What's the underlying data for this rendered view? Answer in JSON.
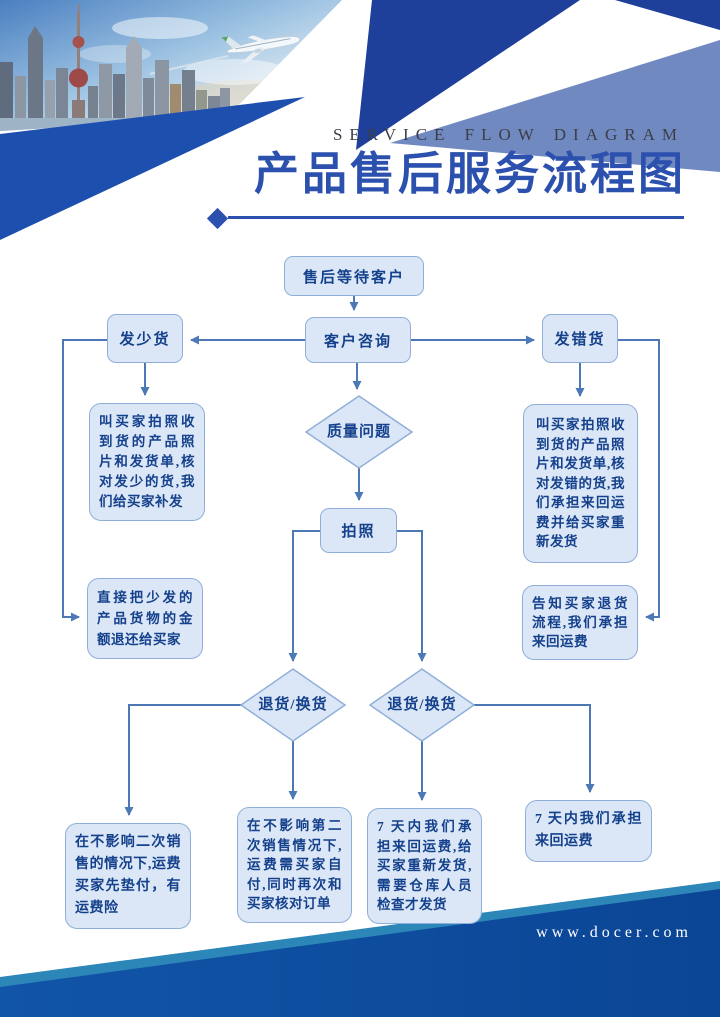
{
  "header": {
    "en_title": "SERVICE FLOW DIAGRAM",
    "cn_title": "产品售后服务流程图",
    "accent_color": "#2b50ad",
    "navy_color": "#1e3f9a",
    "slate_color": "#7189c1"
  },
  "flowchart": {
    "nodes": {
      "start": "售后等待客户",
      "consult": "客户咨询",
      "few": "发少货",
      "wrong": "发错货",
      "quality": "质量问题",
      "photo": "拍照",
      "few_detail": "叫买家拍照收到货的产品照片和发货单,核对发少的货,我们给买家补发",
      "few_refund": "直接把少发的产品货物的金额退还给买家",
      "wrong_detail": "叫买家拍照收到货的产品照片和发货单,核对发错的货,我们承担来回运费并给买家重新发货",
      "wrong_notify": "告知买家退货流程,我们承担来回运费",
      "return_left": "退货/换货",
      "return_right": "退货/换货",
      "outcome1": "在不影响二次销售的情况下,运费买家先垫付，有运费险",
      "outcome2": "在不影响第二次销售情况下,运费需买家自付,同时再次和买家核对订单",
      "outcome3": "7 天内我们承担来回运费,给买家重新发货,需要仓库人员检查才发货",
      "outcome4": "7 天内我们承担来回运费"
    },
    "edges": [
      {
        "from": "start",
        "to": "consult"
      },
      {
        "from": "consult",
        "to": "few"
      },
      {
        "from": "consult",
        "to": "wrong"
      },
      {
        "from": "consult",
        "to": "quality"
      },
      {
        "from": "few",
        "to": "few_detail"
      },
      {
        "from": "few",
        "to": "few_refund"
      },
      {
        "from": "wrong",
        "to": "wrong_detail"
      },
      {
        "from": "wrong",
        "to": "wrong_notify"
      },
      {
        "from": "quality",
        "to": "photo"
      },
      {
        "from": "photo",
        "to": "return_left"
      },
      {
        "from": "photo",
        "to": "return_right"
      },
      {
        "from": "return_left",
        "to": "outcome1"
      },
      {
        "from": "return_left",
        "to": "outcome2"
      },
      {
        "from": "return_right",
        "to": "outcome3"
      },
      {
        "from": "return_right",
        "to": "outcome4"
      }
    ],
    "colors": {
      "node_fill": "#dbe7f6",
      "node_border": "#8fafd8",
      "node_text": "#15418c",
      "connector": "#4c78b6"
    }
  },
  "footer": {
    "url": "www.docer.com",
    "band_color": "#0d4fa4",
    "edge_color": "#2d86b8"
  }
}
